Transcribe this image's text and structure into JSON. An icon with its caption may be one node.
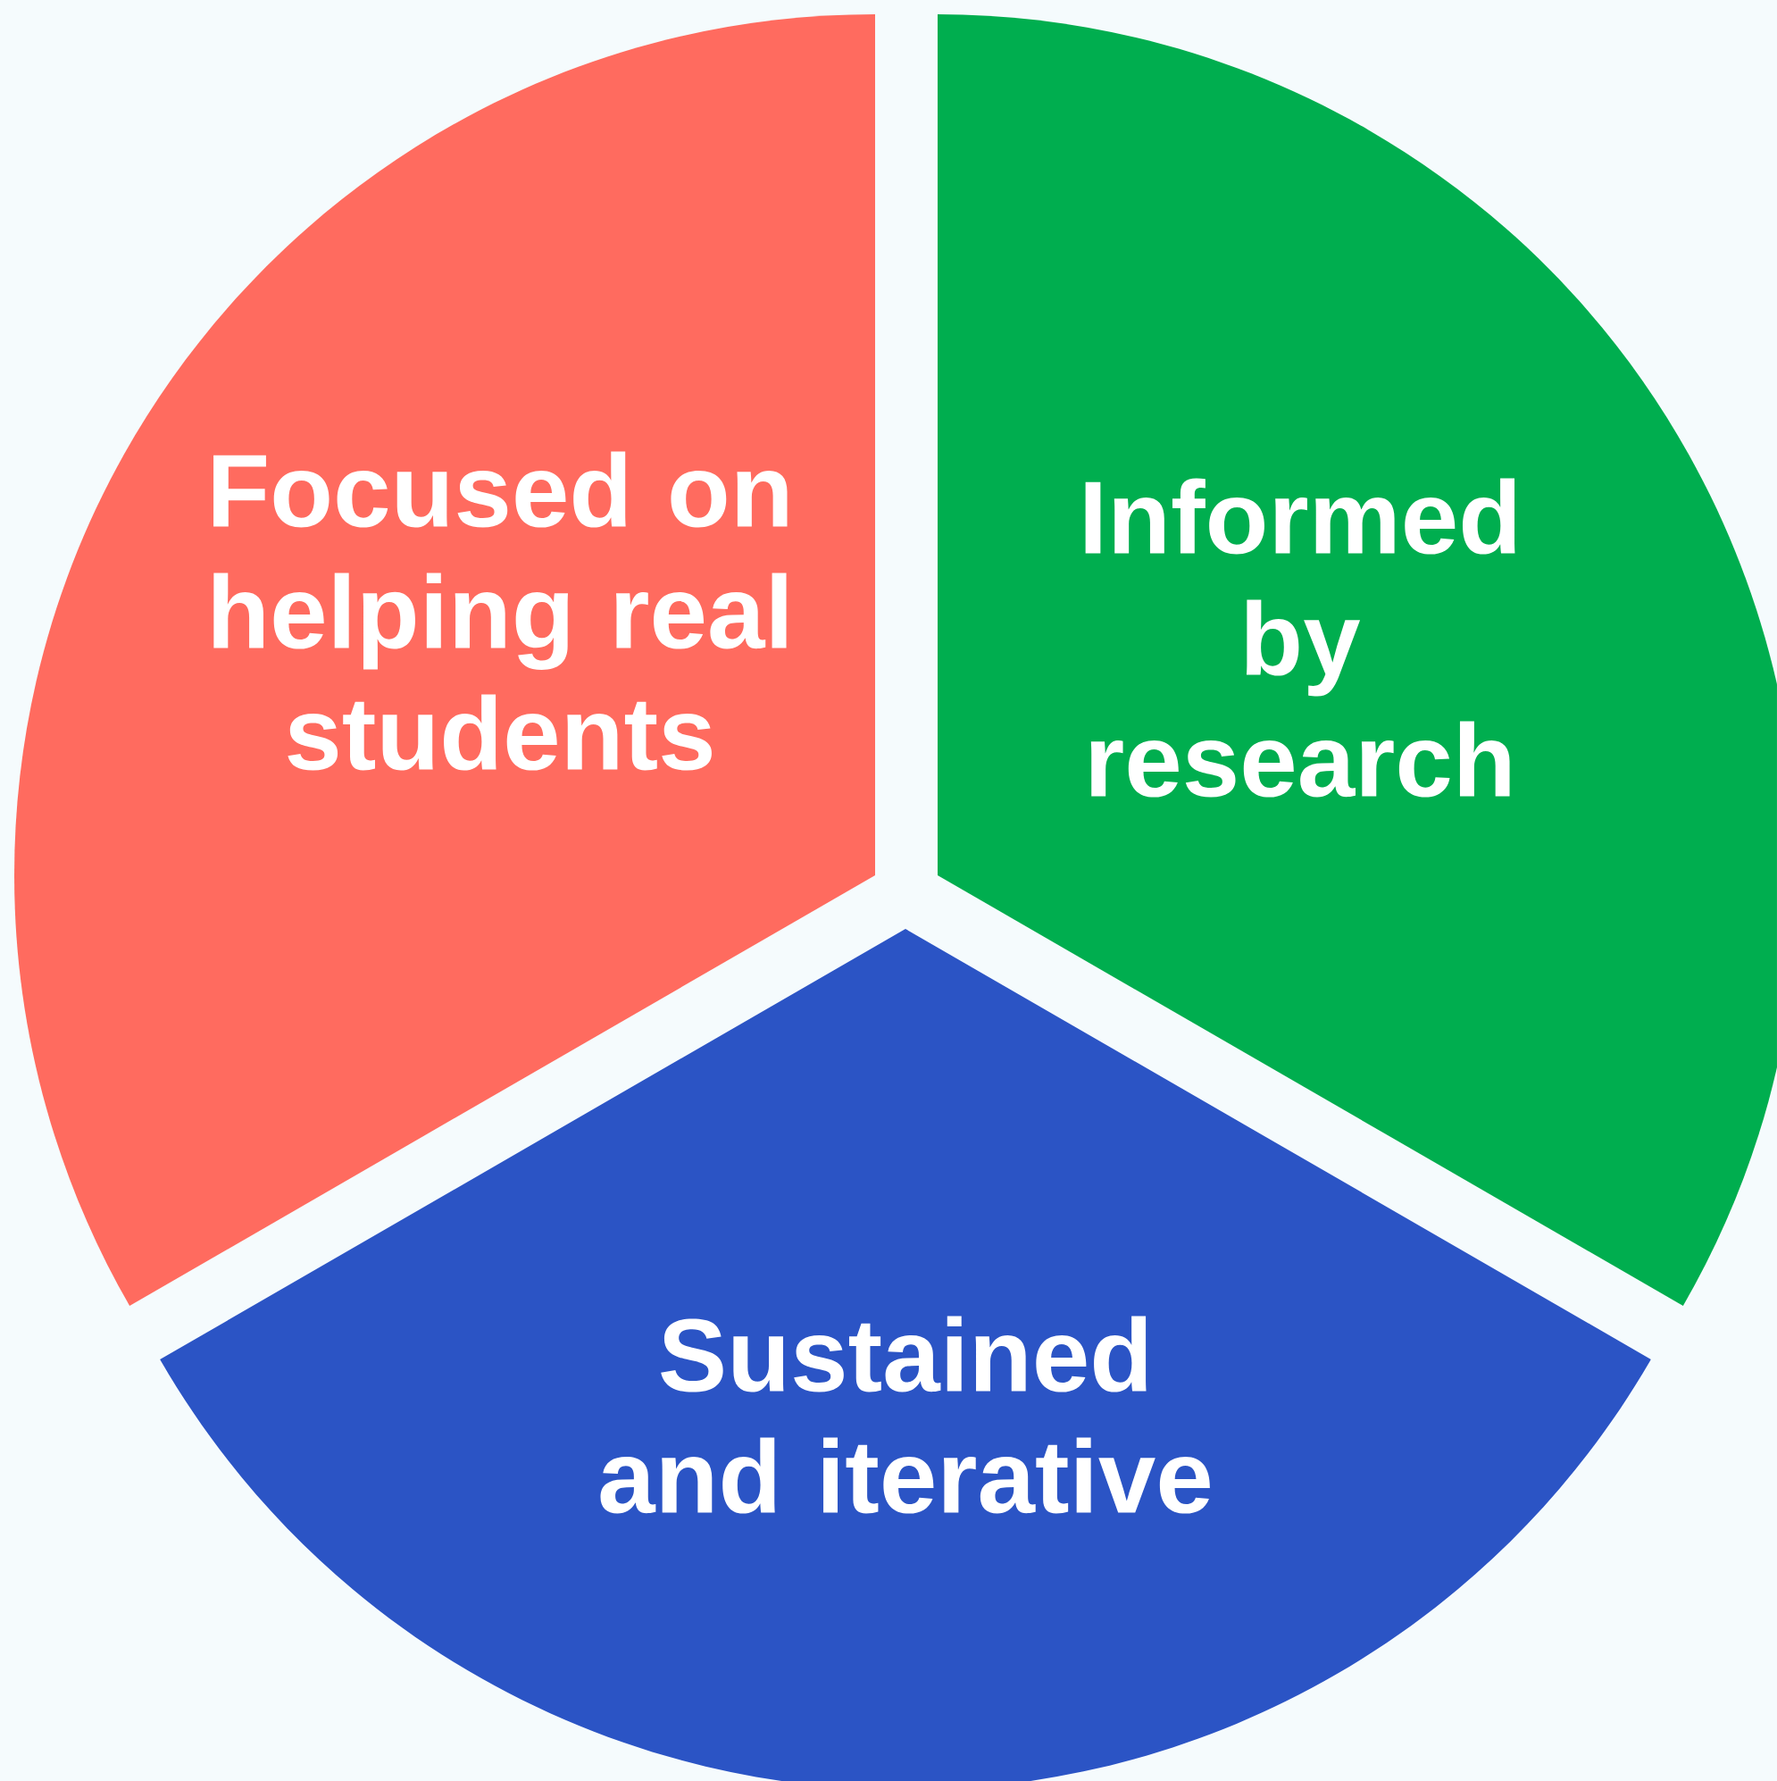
{
  "diagram": {
    "nodes": [
      {
        "text": [
          "Focused on helping real students"
        ]
      },
      {
        "text": [
          "Informed by research"
        ]
      },
      {
        "text": [
          "Sustained and iterative"
        ]
      }
    ]
  }
}
